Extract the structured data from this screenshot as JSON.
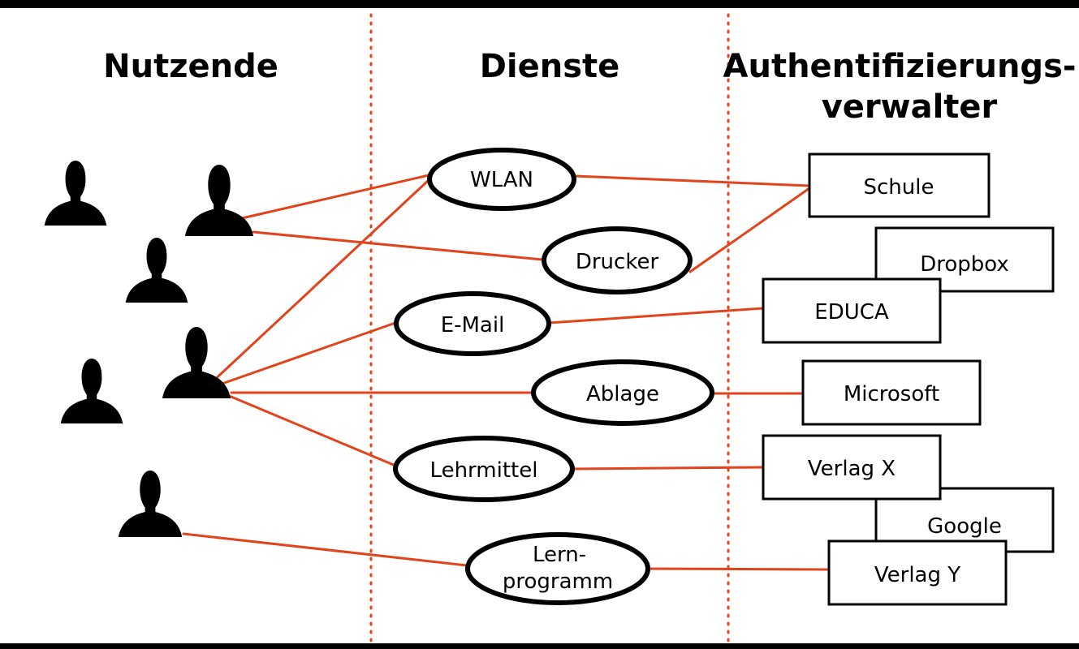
{
  "headers": {
    "users": "Nutzende",
    "services": "Dienste",
    "auth_line1": "Authentifizierungs-",
    "auth_line2": "verwalter"
  },
  "services": {
    "wlan": "WLAN",
    "drucker": "Drucker",
    "email": "E-Mail",
    "ablage": "Ablage",
    "lehrmittel": "Lehrmittel",
    "lernprogramm_line1": "Lern-",
    "lernprogramm_line2": "programm"
  },
  "auth": {
    "schule": "Schule",
    "dropbox": "Dropbox",
    "educa": "EDUCA",
    "microsoft": "Microsoft",
    "verlag_x": "Verlag X",
    "google": "Google",
    "verlag_y": "Verlag Y"
  },
  "colors": {
    "connection": "#e2431b",
    "outline": "#000000",
    "background": "#ffffff"
  },
  "icons": {
    "user": "person-silhouette-icon"
  }
}
